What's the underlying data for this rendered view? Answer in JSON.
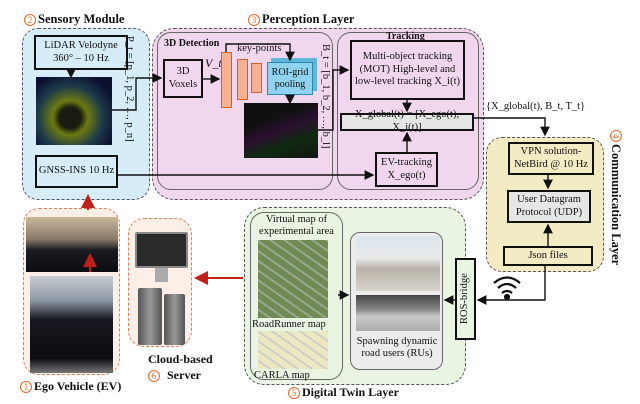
{
  "sensory": {
    "num": "2",
    "title": "Sensory Module",
    "lidar": "LiDAR Velodyne 360° – 10 Hz",
    "pt": "P_t = [p_1, p_2, …, p_n]",
    "gnss": "GNSS-INS 10 Hz"
  },
  "perception": {
    "num": "3",
    "title": "Perception Layer",
    "detection": "3D Detection",
    "voxels": "3D Voxels",
    "vt": "V_t",
    "keypoints": "key-points",
    "roi": "ROI-grid pooling",
    "bt": "B_t = [b_1, b_2, …, b_l]",
    "tracking": "Tracking",
    "mot": "Multi-object tracking (MOT) High-level and low-level tracking X_i(t)",
    "xglobal": "X_global(t) = [X_ego(t), X_i(t)]",
    "ev": "EV-tracking X_ego(t)"
  },
  "output_set": "{X_global(t), B_t, T_t}",
  "communication": {
    "num": "4",
    "title": "Communication Layer",
    "vpn": "VPN solution-NetBird @ 10 Hz",
    "udp": "User Datagram Protocol (UDP)",
    "json": "Json files"
  },
  "ego": {
    "num": "1",
    "title": "Ego Vehicle (EV)"
  },
  "cloud": {
    "num": "6",
    "title1": "Cloud-based",
    "title2": "Server"
  },
  "twin": {
    "num": "5",
    "title": "Digital Twin Layer",
    "virtual": "Virtual map of experimental area",
    "roadrunner": "RoadRunner map",
    "carla": "CARLA map",
    "spawn": "Spawning dynamic road users (RUs)",
    "ros": "ROS-bridge"
  },
  "colors": {
    "sensory_bg": "#d6ecf7",
    "perception_bg": "#f1d7ee",
    "comm_bg": "#f3ebc4",
    "ego_bg": "#fcefe8",
    "twin_bg": "#eaf4e3",
    "accent": "#e06a2c",
    "arrow_red": "#c0201a",
    "roi": "#8fd3ee",
    "bars": "#f6b394"
  }
}
